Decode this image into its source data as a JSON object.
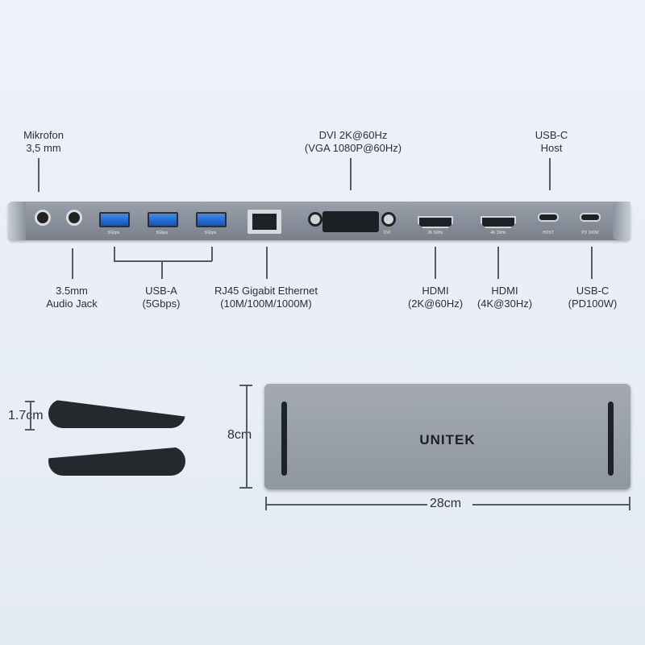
{
  "callouts_top": {
    "microphone": [
      "Mikrofon",
      "3,5 mm"
    ],
    "dvi": [
      "DVI 2K@60Hz",
      "(VGA 1080P@60Hz)"
    ],
    "usbc_host": [
      "USB-C",
      "Host"
    ]
  },
  "callouts_bottom": {
    "audio_jack": [
      "3.5mm",
      "Audio Jack"
    ],
    "usb_a": [
      "USB-A",
      "(5Gbps)"
    ],
    "rj45": [
      "RJ45 Gigabit Ethernet",
      "(10M/100M/1000M)"
    ],
    "hdmi_2k": [
      "HDMI",
      "(2K@60Hz)"
    ],
    "hdmi_4k": [
      "HDMI",
      "(4K@30Hz)"
    ],
    "usbc_pd": [
      "USB-C",
      "(PD100W)"
    ]
  },
  "port_labels": {
    "usb1": "5Gbps",
    "usb2": "5Gbps",
    "usb3": "5Gbps",
    "dvi": "DVI",
    "hdmi1": "2K 60Hz",
    "hdmi2": "4K 30Hz",
    "host": "HOST",
    "pd": "PD 100W"
  },
  "dimensions": {
    "thickness": "1.7cm",
    "depth": "8cm",
    "width": "28cm"
  },
  "brand": "UNITEK",
  "colors": {
    "background": "#e6ecf5",
    "body": "#8e949e",
    "usb_blue": "#2a6fe0"
  }
}
